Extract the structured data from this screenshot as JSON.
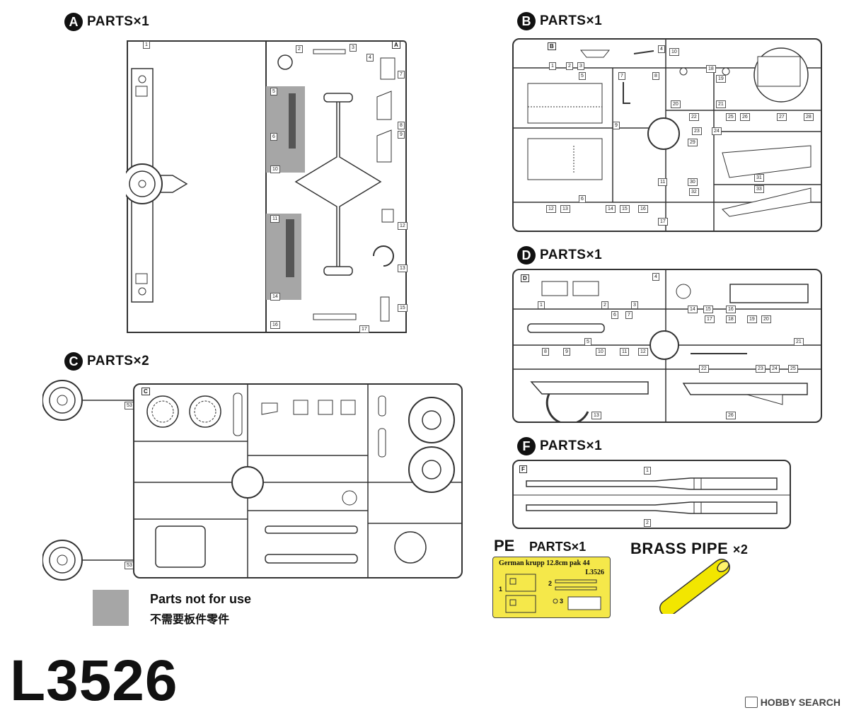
{
  "sections": {
    "a": {
      "letter": "A",
      "label": "PARTS×1"
    },
    "b": {
      "letter": "B",
      "label": "PARTS×1"
    },
    "c": {
      "letter": "C",
      "label": "PARTS×2"
    },
    "d": {
      "letter": "D",
      "label": "PARTS×1"
    },
    "f": {
      "letter": "F",
      "label": "PARTS×1"
    }
  },
  "sprue_letters": {
    "a": "A",
    "b": "B",
    "c": "C",
    "d": "D",
    "f": "F"
  },
  "legend": {
    "en": "Parts not for use",
    "cn": "不需要板件零件",
    "swatch_color": "#a6a6a6"
  },
  "pe": {
    "title": "PE",
    "parts": "PARTS×1",
    "sheet_header": "German krupp  12.8cm  pak 44",
    "sheet_code": "L3526",
    "part_numbers": [
      "1",
      "2",
      "3"
    ],
    "sheet_color": "#f5e84a"
  },
  "brass": {
    "title": "BRASS PIPE",
    "count": "×2",
    "color": "#f2e600"
  },
  "product_code": "L3526",
  "watermark": "HOBBY SEARCH",
  "labels": {
    "a_nums": [
      "1",
      "2",
      "3",
      "4",
      "5",
      "6",
      "7",
      "8",
      "9",
      "10",
      "11",
      "12",
      "13",
      "14",
      "15",
      "16",
      "17"
    ],
    "c_wheel_num": "53",
    "b_nums": [
      "1",
      "2",
      "3",
      "4",
      "5",
      "6",
      "7",
      "8",
      "9",
      "10",
      "11",
      "12",
      "13",
      "14",
      "15",
      "16",
      "17",
      "18",
      "19",
      "20",
      "21",
      "22",
      "23",
      "24",
      "25",
      "26",
      "27",
      "28",
      "29",
      "30",
      "31",
      "32",
      "33"
    ],
    "d_nums": [
      "1",
      "2",
      "3",
      "4",
      "5",
      "6",
      "7",
      "8",
      "9",
      "10",
      "11",
      "12",
      "13",
      "14",
      "15",
      "16",
      "17",
      "18",
      "19",
      "20",
      "21",
      "22",
      "23",
      "24",
      "25",
      "26"
    ],
    "f_nums": [
      "1",
      "2"
    ]
  }
}
